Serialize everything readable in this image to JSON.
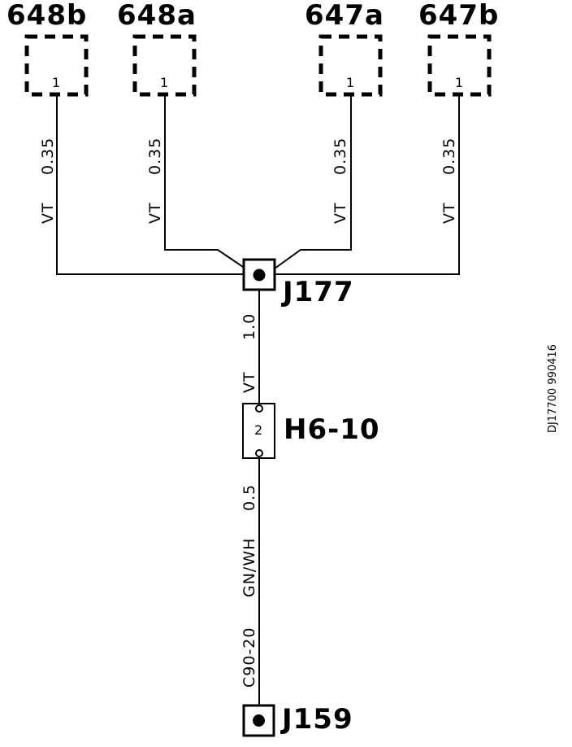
{
  "connectors_top": [
    {
      "name": "648b",
      "pin": "1",
      "wire_color": "VT",
      "wire_size": "0.35"
    },
    {
      "name": "648a",
      "pin": "1",
      "wire_color": "VT",
      "wire_size": "0.35"
    },
    {
      "name": "647a",
      "pin": "1",
      "wire_color": "VT",
      "wire_size": "0.35"
    },
    {
      "name": "647b",
      "pin": "1",
      "wire_color": "VT",
      "wire_size": "0.35"
    }
  ],
  "splice_j177": {
    "name": "J177"
  },
  "wire_j177_h6": {
    "color": "VT",
    "size": "1.0"
  },
  "connector_h6": {
    "name": "H6-10",
    "pin": "2"
  },
  "wire_h6_j159": {
    "circuit": "C90-20",
    "color": "GN/WH",
    "size": "0.5"
  },
  "splice_j159": {
    "name": "J159"
  },
  "drawing_code": "DJ17700 990416"
}
